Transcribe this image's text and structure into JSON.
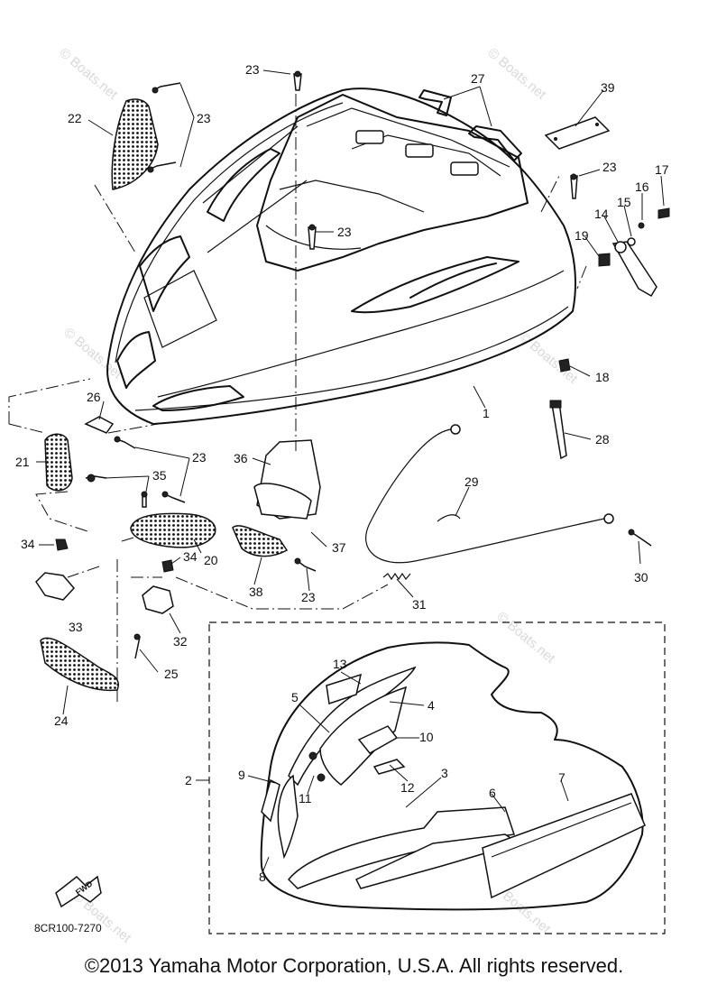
{
  "callouts": {
    "c1": "1",
    "c2": "2",
    "c3": "3",
    "c4": "4",
    "c5": "5",
    "c6": "6",
    "c7": "7",
    "c8": "8",
    "c9": "9",
    "c10": "10",
    "c11": "11",
    "c12": "12",
    "c13": "13",
    "c14": "14",
    "c15": "15",
    "c16": "16",
    "c17": "17",
    "c18": "18",
    "c19": "19",
    "c20": "20",
    "c21": "21",
    "c22": "22",
    "c23": "23",
    "c24": "24",
    "c25": "25",
    "c26": "26",
    "c27": "27",
    "c28": "28",
    "c29": "29",
    "c30": "30",
    "c31": "31",
    "c32": "32",
    "c33": "33",
    "c34": "34",
    "c35": "35",
    "c36": "36",
    "c37": "37",
    "c38": "38",
    "c39": "39"
  },
  "fwd_label": "FWD",
  "diagram_code": "8CR100-7270",
  "watermark": "© Boats.net",
  "copyright": "©2013 Yamaha Motor Corporation, U.S.A. All rights reserved."
}
